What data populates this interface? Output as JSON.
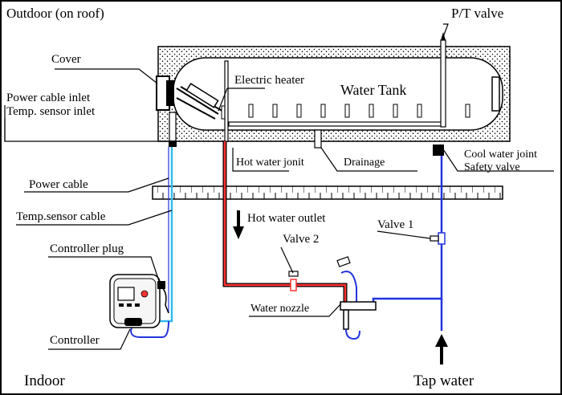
{
  "labels": {
    "outdoor": "Outdoor (on roof)",
    "pt_valve": "P/T valve",
    "cover": "Cover",
    "electric_heater": "Electric heater",
    "water_tank": "Water Tank",
    "power_cable_inlet": "Power cable inlet",
    "temp_sensor_inlet": "Temp. sensor inlet",
    "hot_water_joint": "Hot water jonit",
    "drainage": "Drainage",
    "cool_water_joint": "Cool water joint",
    "safety_valve": "Safety valve",
    "power_cable": "Power cable",
    "temp_sensor_cable": "Temp.sensor cable",
    "hot_water_outlet": "Hot water outlet",
    "valve1": "Valve 1",
    "valve2": "Valve 2",
    "controller_plug": "Controller plug",
    "water_nozzle": "Water nozzle",
    "controller": "Controller",
    "indoor": "Indoor",
    "tap_water": "Tap water"
  },
  "colors": {
    "hot_pipe": "#ff3333",
    "cold_pipe": "#2233dd",
    "sensor_cable": "#33bbee",
    "outline": "#000000"
  }
}
